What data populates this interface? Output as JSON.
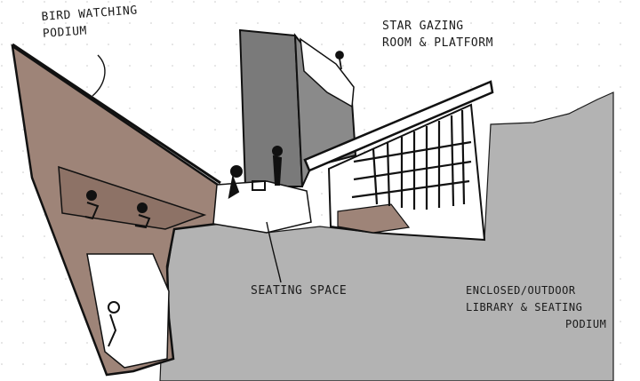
{
  "annotations": {
    "bird_watching": [
      "BIRD WATCHING",
      "PODIUM"
    ],
    "star_gazing": [
      "STAR GAZING",
      "ROOM & PLATFORM"
    ],
    "seating": "SEATING SPACE",
    "library": [
      "ENCLOSED/OUTDOOR",
      "LIBRARY & SEATING",
      "PODIUM"
    ]
  },
  "colors": {
    "wall_brown": "#9e8478",
    "roof_grey": "#7a7a7a",
    "ground_grey": "#b3b3b3",
    "ink": "#111111",
    "paper": "#ffffff"
  }
}
